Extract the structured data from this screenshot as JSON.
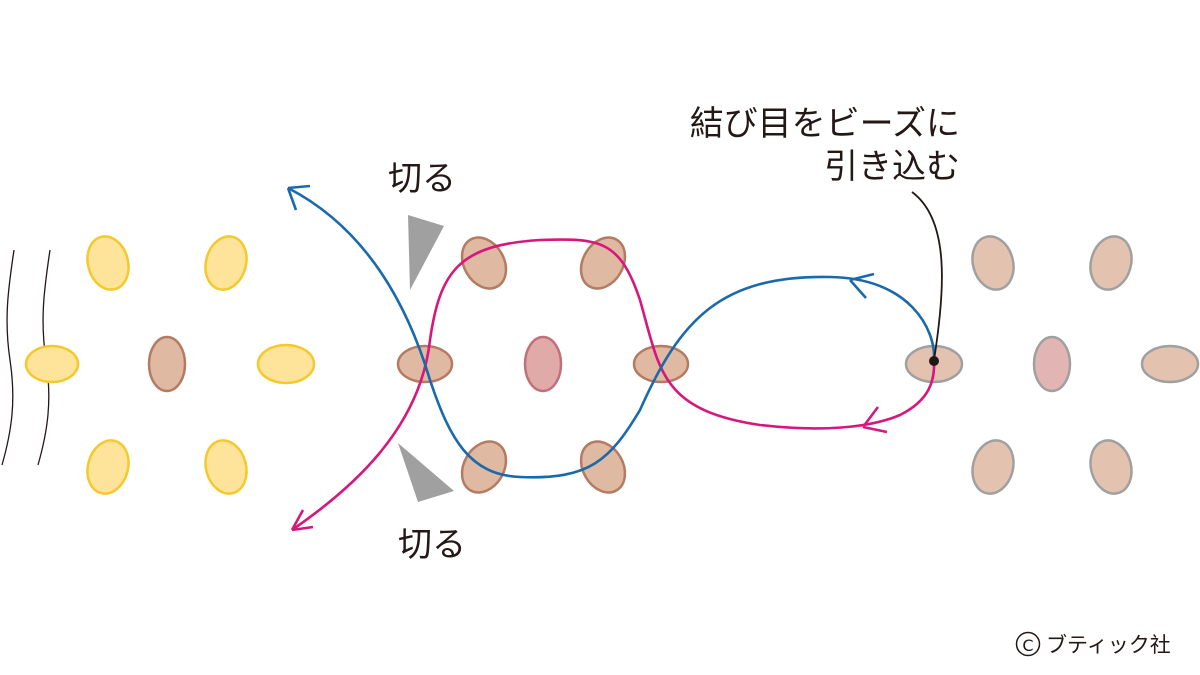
{
  "labels": {
    "cut_top": "切る",
    "cut_bottom": "切る",
    "knot_line1": "結び目をビーズに",
    "knot_line2": "引き込む",
    "copyright": "ブティック社"
  },
  "colors": {
    "background": "#ffffff",
    "yellow_bead_fill": "#fde49a",
    "yellow_bead_stroke": "#f4c92e",
    "brown_bead_fill": "#dfb9a2",
    "brown_bead_stroke": "#b47b62",
    "pink_bead_fill": "#e0aaa8",
    "pink_bead_stroke": "#c0707a",
    "gray_bead_fill": "#e3c3b0",
    "gray_bead_stroke": "#a0a0a0",
    "thread_blue": "#1a6aab",
    "thread_magenta": "#d6177b",
    "arrowhead_gray": "#a0a0a0",
    "text": "#231815"
  },
  "icons": {
    "copyright_symbol": "copyright-icon",
    "cut_markers": "triangle-pointer-icon",
    "knot": "knot-dot-icon"
  }
}
